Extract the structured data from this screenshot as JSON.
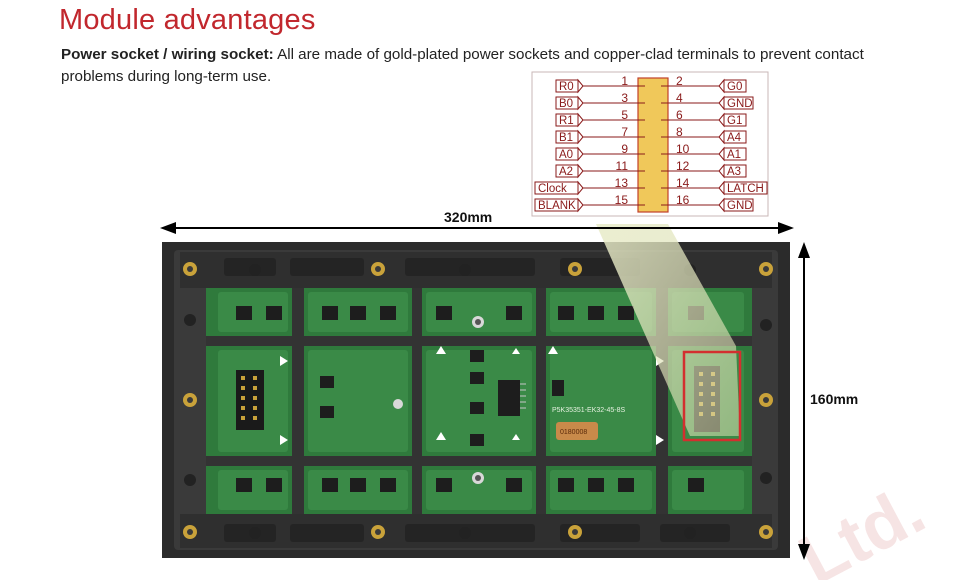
{
  "title": "Module advantages",
  "description": {
    "bold": "Power socket / wiring socket:",
    "text": " All are made of gold-plated power sockets and copper-clad terminals to prevent contact problems during long-term use."
  },
  "pinout": {
    "left_labels": [
      "R0",
      "B0",
      "R1",
      "B1",
      "A0",
      "A2",
      "Clock",
      "BLANK"
    ],
    "left_numbers": [
      "1",
      "3",
      "5",
      "7",
      "9",
      "11",
      "13",
      "15"
    ],
    "right_numbers": [
      "2",
      "4",
      "6",
      "8",
      "10",
      "12",
      "14",
      "16"
    ],
    "right_labels": [
      "G0",
      "GND",
      "G1",
      "A4",
      "A1",
      "A3",
      "LATCH",
      "GND"
    ]
  },
  "dimensions": {
    "width": "320mm",
    "height": "160mm"
  },
  "chip_text": "P5K35351-EK32-45-8S",
  "label_sticker": "0180008",
  "watermark": "Ltd.",
  "colors": {
    "title": "#c1272d",
    "pin_text": "#8a1a1a",
    "pcb": "#2f7a3c",
    "frame": "#2b2b2b",
    "highlight": "#d32f2f",
    "connector_body": "#f0c85a"
  }
}
